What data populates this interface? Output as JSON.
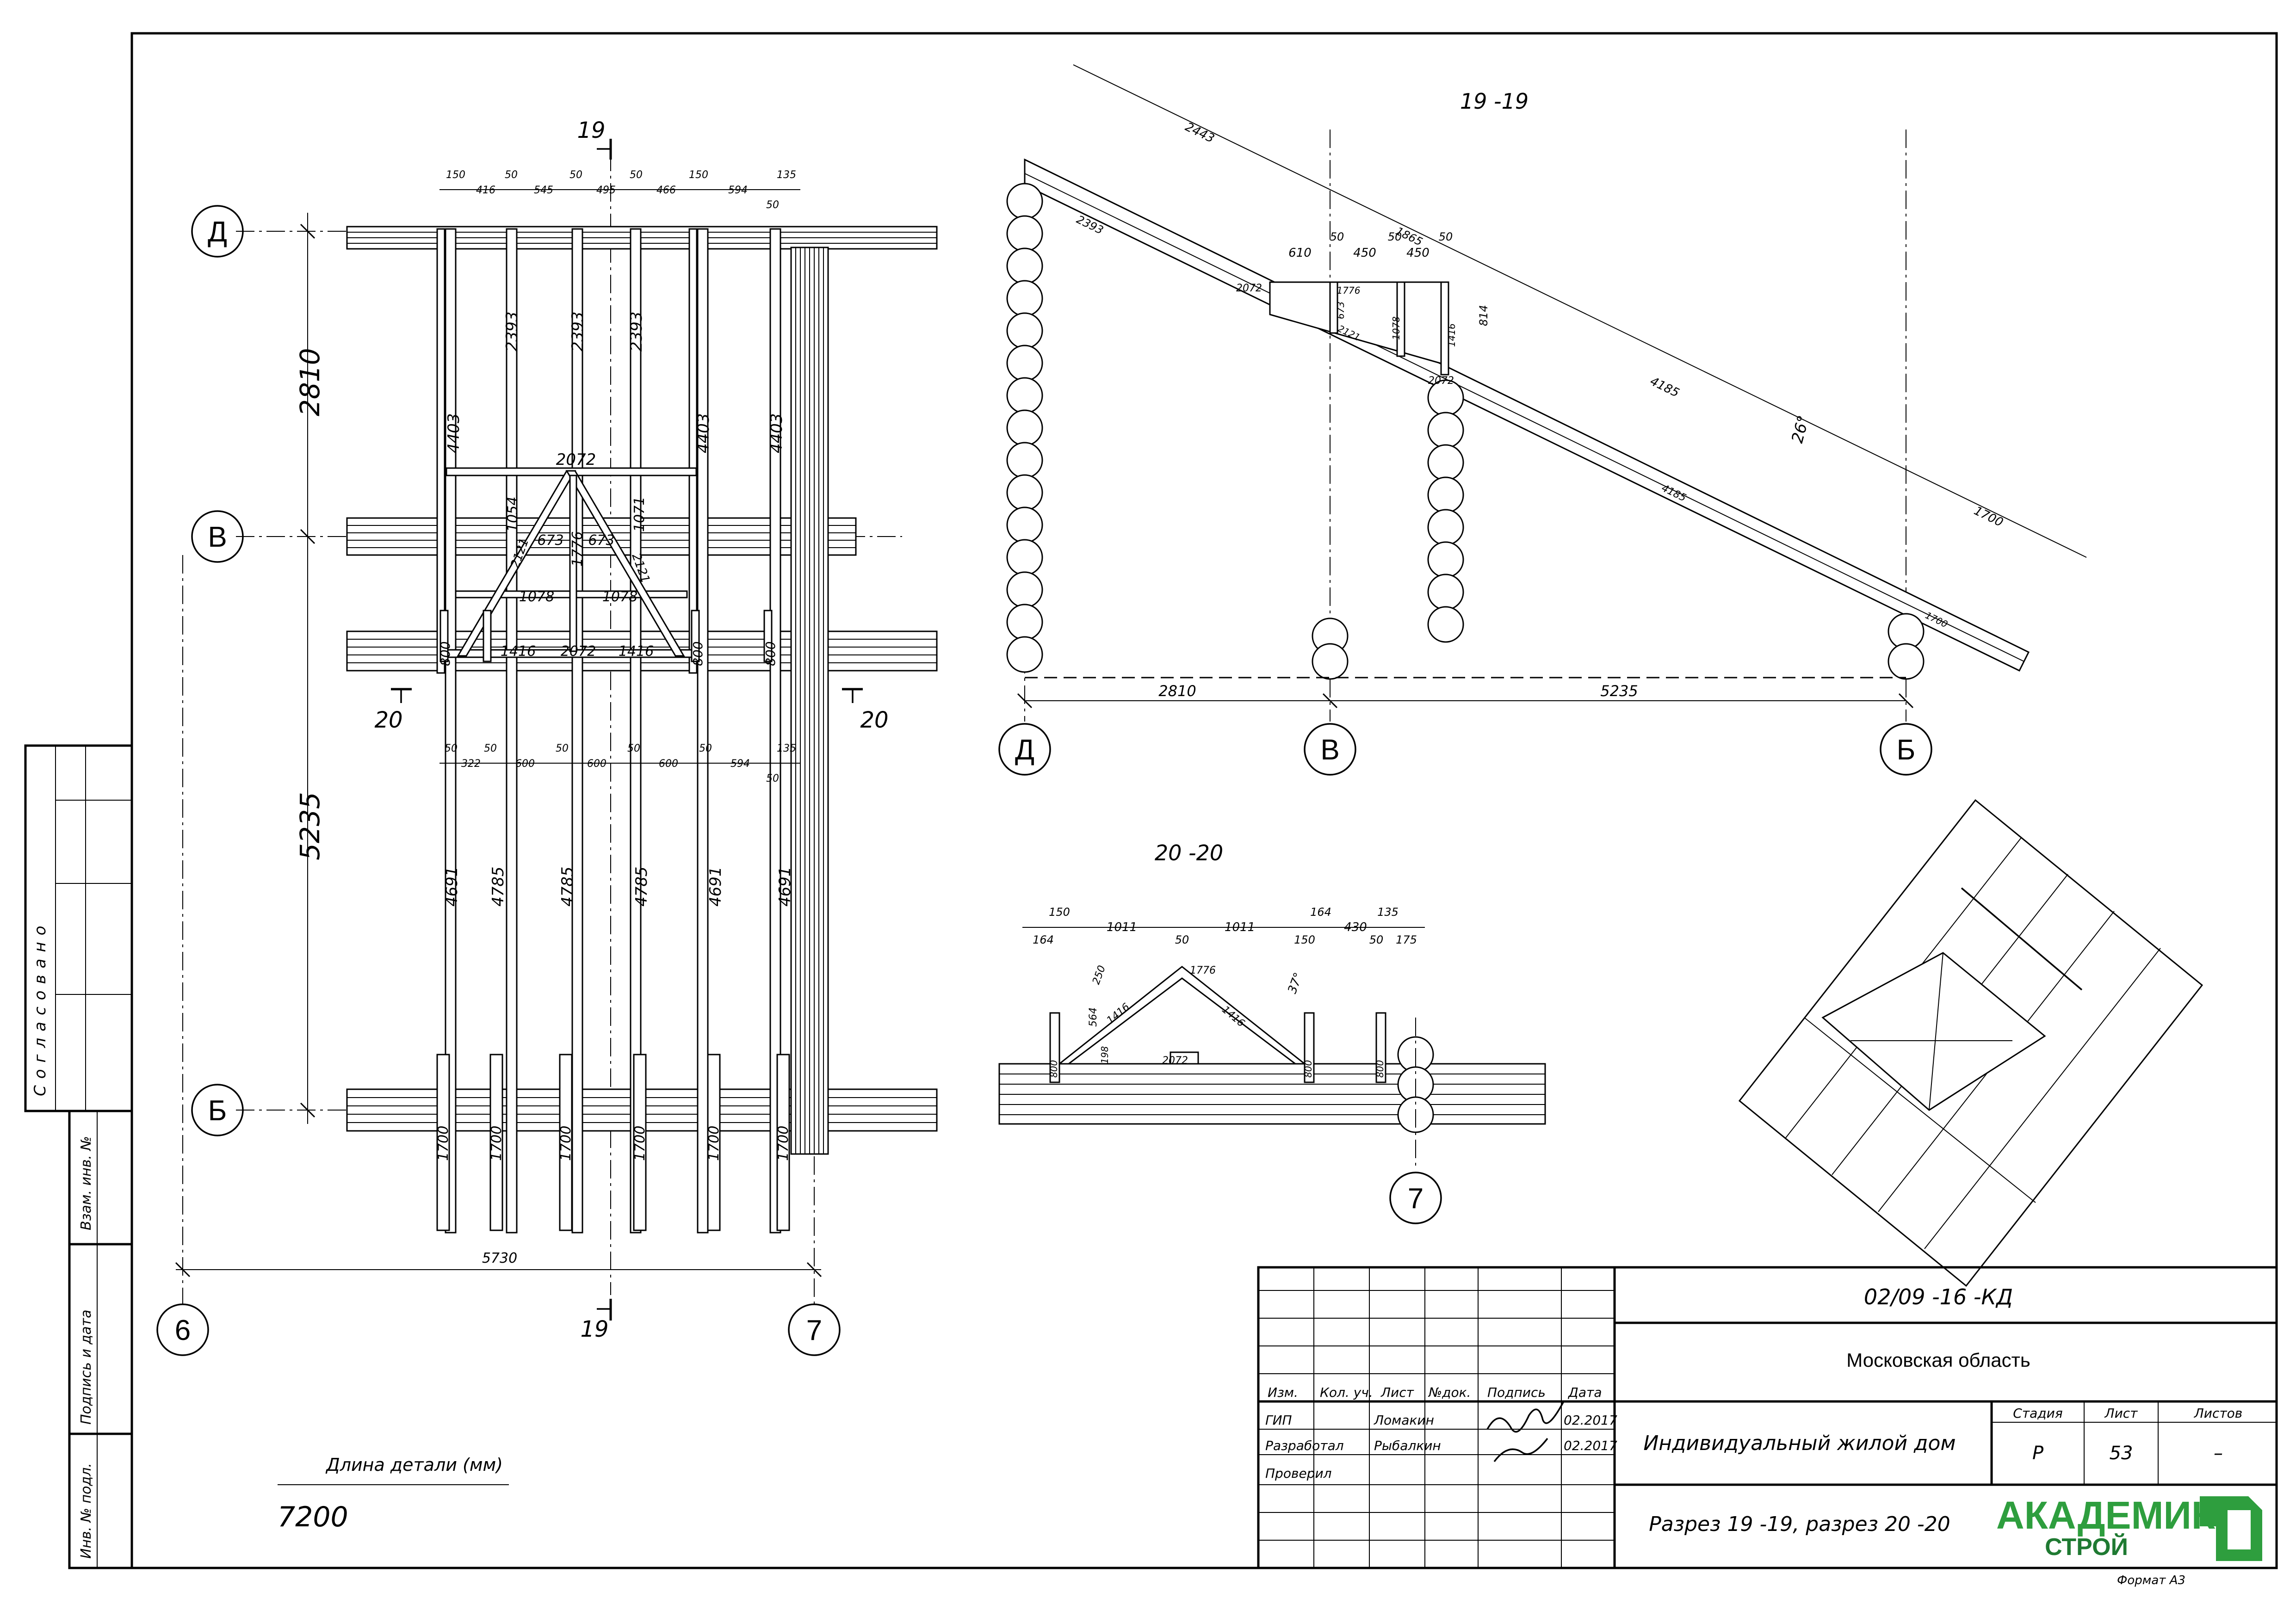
{
  "plan": {
    "axes": {
      "d": "Д",
      "v": "В",
      "b": "Б",
      "six": "6",
      "seven": "7"
    },
    "cut19_top": "19",
    "cut19_bottom": "19",
    "cut20_left": "20",
    "cut20_right": "20",
    "overall_2810": "2810",
    "overall_5235": "5235",
    "overall_5730": "5730",
    "top_dims": [
      "150",
      "416",
      "50",
      "545",
      "50",
      "495",
      "50",
      "466",
      "150",
      "594",
      "135",
      "50"
    ],
    "mid_dims": [
      "50",
      "322",
      "50",
      "600",
      "50",
      "600",
      "50",
      "600",
      "50",
      "594",
      "135",
      "50"
    ],
    "rafter_2393": "2393",
    "rafter_4403": "4403",
    "rafter_4691": "4691",
    "rafter_4785": "4785",
    "rafter_1700": "1700",
    "dormer_2072": "2072",
    "dormer_1054": "1054",
    "dormer_1071": "1071",
    "dormer_673": "673",
    "dormer_1776": "1776",
    "dormer_2121": "2121",
    "dormer_1078": "1078",
    "dormer_1416": "1416",
    "post_800": "800"
  },
  "section_19": {
    "title": "19 -19",
    "dims": {
      "d2443": "2443",
      "d2393": "2393",
      "d1865": "1865",
      "d610": "610",
      "d50": "50",
      "d450": "450",
      "d2072": "2072",
      "d1776": "1776",
      "d673": "673",
      "d2121": "2121",
      "d1078": "1078",
      "d1416": "1416",
      "d814": "814",
      "d4185": "4185",
      "d26": "26°",
      "d1700": "1700",
      "d2810": "2810",
      "d5235": "5235"
    },
    "axes": {
      "d": "Д",
      "v": "В",
      "b": "Б"
    }
  },
  "section_20": {
    "title": "20 -20",
    "top_dims": [
      "150",
      "164",
      "1011",
      "50",
      "1011",
      "164",
      "150",
      "430",
      "135",
      "50",
      "175"
    ],
    "dims": {
      "d250": "250",
      "d564": "564",
      "d1416": "1416",
      "d1776": "1776",
      "d37": "37°",
      "d198": "198",
      "d2072": "2072",
      "d800": "800"
    },
    "axis": "7"
  },
  "left_strip": {
    "agreed": "Согласовано",
    "vzam": "Взам. инв. №",
    "podpis": "Подпись и дата",
    "inv": "Инв. № подл."
  },
  "detail_length": {
    "label": "Длина детали (мм)",
    "value": "7200"
  },
  "title_block": {
    "code": "02/09 -16 -КД",
    "region": "Московская область",
    "object": "Индивидуальный жилой дом",
    "sheet_title": "Разрез 19 -19, разрез 20 -20",
    "headers": {
      "izm": "Изм.",
      "kol": "Кол. уч.",
      "list": "Лист",
      "ndok": "№док.",
      "podpis": "Подпись",
      "data": "Дата"
    },
    "rows": [
      {
        "role": "ГИП",
        "name": "Ломакин",
        "date": "02.2017"
      },
      {
        "role": "Разработал",
        "name": "Рыбалкин",
        "date": "02.2017"
      },
      {
        "role": "Проверил",
        "name": "",
        "date": ""
      }
    ],
    "stage_header": "Стадия",
    "sheet_header": "Лист",
    "sheets_header": "Листов",
    "stage": "Р",
    "sheet": "53",
    "sheets": "–",
    "logo_line1": "АКАДЕМИК",
    "logo_line2": "СТРОЙ",
    "format": "Формат А3"
  },
  "colors": {
    "logo_green": "#2e9e3e",
    "logo_dark": "#1f7a32",
    "ink": "#000000"
  }
}
